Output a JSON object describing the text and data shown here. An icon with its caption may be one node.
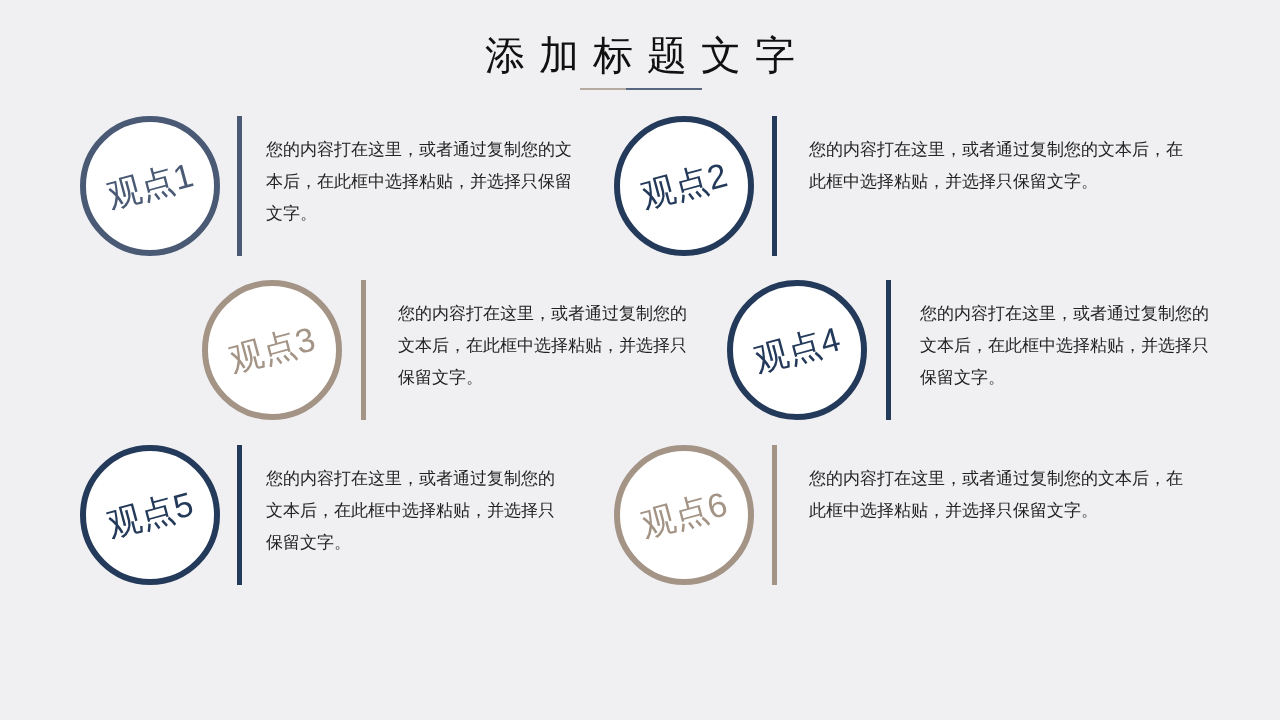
{
  "diagram": {
    "title": "添加标题文字",
    "nodes": [
      {
        "text": [
          "观点1"
        ],
        "beside": [
          "您的内容打在这里，或者通过复制您的文本后，在此框中选择粘贴，并选择只保留文字。"
        ]
      },
      {
        "text": [
          "观点2"
        ],
        "beside": [
          "您的内容打在这里，或者通过复制您的文本后，在此框中选择粘贴，并选择只保留文字。"
        ]
      },
      {
        "text": [
          "观点3"
        ],
        "beside": [
          "您的内容打在这里，或者通过复制您的文本后，在此框中选择粘贴，并选择只保留文字。"
        ]
      },
      {
        "text": [
          "观点4"
        ],
        "beside": [
          "您的内容打在这里，或者通过复制您的文本后，在此框中选择粘贴，并选择只保留文字。"
        ]
      },
      {
        "text": [
          "观点5"
        ],
        "beside": [
          "您的内容打在这里，或者通过复制您的文本后，在此框中选择粘贴，并选择只保留文字。"
        ]
      },
      {
        "text": [
          "观点6"
        ],
        "beside": [
          "您的内容打在这里，或者通过复制您的文本后，在此框中选择粘贴，并选择只保留文字。"
        ]
      }
    ]
  }
}
